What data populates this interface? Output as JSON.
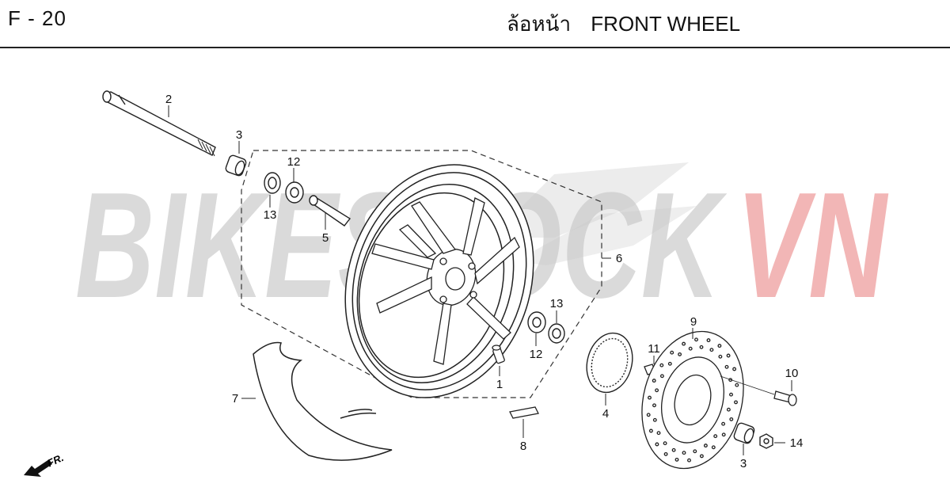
{
  "header": {
    "page_code": "F - 20",
    "title_thai": "ล้อหน้า",
    "title_en": "FRONT WHEEL"
  },
  "watermark": {
    "text_left": "BIKESTOCK",
    "text_right": "VN",
    "color_left": "#d9d9d9",
    "color_right": "#f2b3b3"
  },
  "direction_marker": {
    "label": "FR.",
    "icon": "arrow-left-down-icon"
  },
  "callouts": {
    "c1": "1",
    "c2": "2",
    "c3a": "3",
    "c3b": "3",
    "c4": "4",
    "c5": "5",
    "c6": "6",
    "c7": "7",
    "c8": "8",
    "c9": "9",
    "c10": "10",
    "c11": "11",
    "c12a": "12",
    "c12b": "12",
    "c13a": "13",
    "c13b": "13",
    "c14": "14"
  }
}
